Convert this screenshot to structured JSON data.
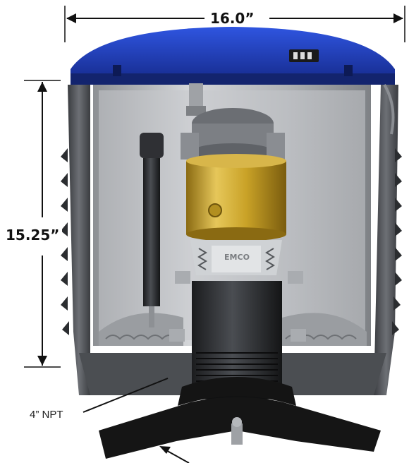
{
  "dimensions": {
    "width_label": "16.0”",
    "height_label": "15.25”"
  },
  "callouts": {
    "npt_label": "4” NPT"
  },
  "product": {
    "brand_mark": "EMCO"
  },
  "colors": {
    "lid_blue": "#1f3fb5",
    "lid_dark": "#13246e",
    "steel": "#b9bcc0",
    "brass": "#c9a227",
    "cap_gray": "#7c7f84",
    "base_black": "#151515"
  }
}
